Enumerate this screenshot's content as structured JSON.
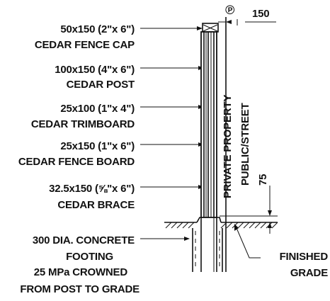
{
  "labels": {
    "cap_size": "50x150 (2\"x 6\")",
    "cap_name": "CEDAR FENCE CAP",
    "post_size": "100x150 (4\"x 6\")",
    "post_name": "CEDAR POST",
    "trim_size": "25x100 (1\"x 4\")",
    "trim_name": "CEDAR TRIMBOARD",
    "board_size": "25x150 (1\"x 6\")",
    "board_name": "CEDAR FENCE BOARD",
    "brace_size": "32.5x150 (⅝\"x 6\")",
    "brace_name": "CEDAR BRACE",
    "footing_1": "300 DIA. CONCRETE",
    "footing_2": "FOOTING",
    "footing_3": "25 MPa CROWNED",
    "footing_4": "FROM POST TO GRADE",
    "grade_1": "FINISHED",
    "grade_2": "GRADE",
    "private": "PRIVATE PROPERTY",
    "public": "PUBLIC/STREET",
    "centerline": "℗",
    "dim_150": "150",
    "dim_75": "75"
  }
}
